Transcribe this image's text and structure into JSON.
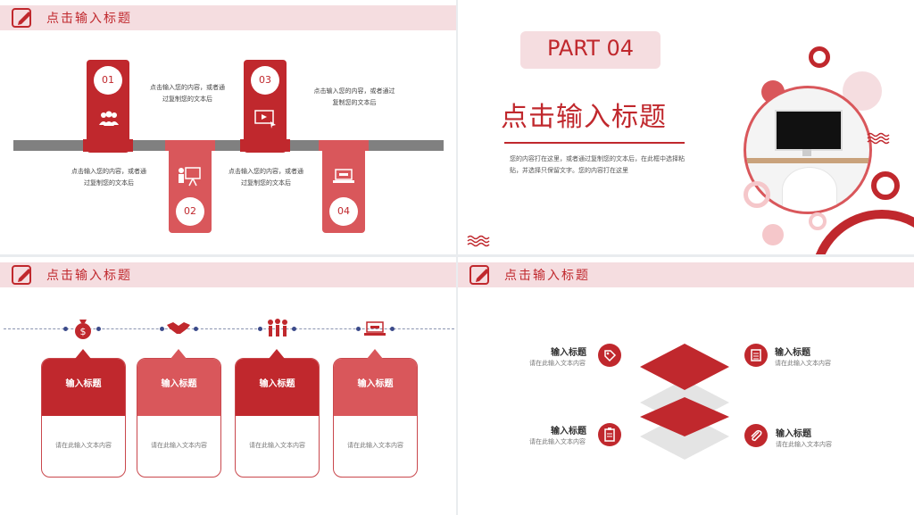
{
  "colors": {
    "primary": "#c0282d",
    "secondary": "#d9575b",
    "pink": "#f5dde0",
    "gray": "#808080"
  },
  "slide1": {
    "title": "点击输入标题",
    "steps": [
      {
        "num": "01",
        "icon": "people-icon",
        "text": "点击输入您的内容，或者通过复制您的文本后"
      },
      {
        "num": "02",
        "icon": "presenter-icon",
        "text": "点击输入您的内容，或者通过复制您的文本后"
      },
      {
        "num": "03",
        "icon": "video-icon",
        "text": "点击输入您的内容，或者通过复制您的文本后"
      },
      {
        "num": "04",
        "icon": "laptop-icon",
        "text": "点击输入您的内容，或者通过复制您的文本后"
      }
    ]
  },
  "slide2": {
    "part": "PART 04",
    "title": "点击输入标题",
    "body": "您的内容打在这里，或者通过复制您的文本后，在此框中选择粘贴，并选择只保留文字。您的内容打在这里"
  },
  "slide3": {
    "title": "点击输入标题",
    "cards": [
      {
        "icon": "money-bag-icon",
        "title": "输入标题",
        "text": "请在此输入文本内容"
      },
      {
        "icon": "handshake-icon",
        "title": "输入标题",
        "text": "请在此输入文本内容"
      },
      {
        "icon": "team-icon",
        "title": "输入标题",
        "text": "请在此输入文本内容"
      },
      {
        "icon": "laptop-icon",
        "title": "输入标题",
        "text": "请在此输入文本内容"
      }
    ]
  },
  "slide4": {
    "title": "点击输入标题",
    "items": [
      {
        "icon": "tag-icon",
        "title": "输入标题",
        "text": "请在此输入文本内容"
      },
      {
        "icon": "calculator-icon",
        "title": "输入标题",
        "text": "请在此输入文本内容"
      },
      {
        "icon": "clipboard-icon",
        "title": "输入标题",
        "text": "请在此输入文本内容"
      },
      {
        "icon": "paperclip-icon",
        "title": "输入标题",
        "text": "请在此输入文本内容"
      }
    ]
  }
}
